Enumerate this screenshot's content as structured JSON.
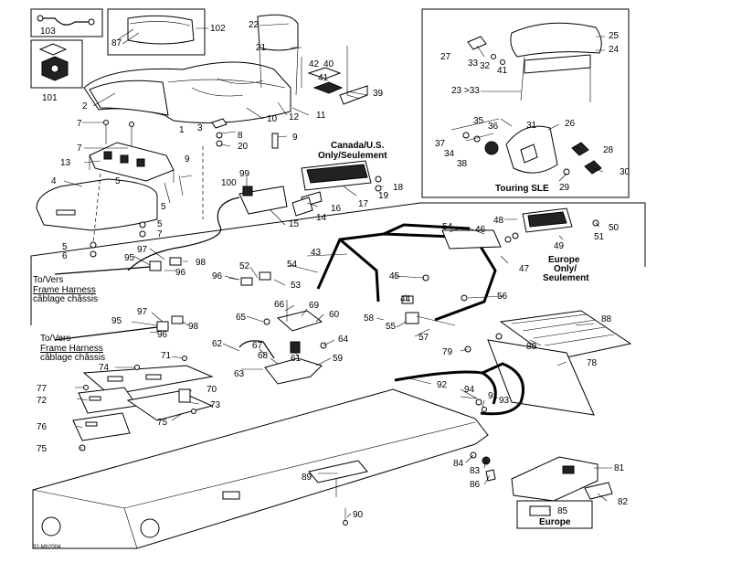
{
  "regions": {
    "canada_us": [
      "Canada/U.S.",
      "Only/Seulement"
    ],
    "touring_sle": "Touring SLE",
    "europe_only": [
      "Europe",
      "Only/",
      "Seulement"
    ],
    "europe": "Europe"
  },
  "harness_labels": [
    [
      "To/Vers",
      "Frame Harness",
      "câblage châssis"
    ],
    [
      "To/Vers",
      "Frame Harness",
      "câblage châssis"
    ]
  ],
  "doc_ref": "32-Mb2004",
  "callouts": [
    "103",
    "102",
    "87",
    "101",
    "22",
    "21",
    "25",
    "24",
    "27",
    "33",
    "32",
    "41",
    "40",
    "42",
    "23 >33",
    "2",
    "41",
    "39",
    "10",
    "12",
    "11",
    "1",
    "7",
    "7",
    "3",
    "8",
    "20",
    "9",
    "13",
    "9",
    "5",
    "4",
    "5",
    "5",
    "7",
    "5",
    "6",
    "35",
    "36",
    "31",
    "26",
    "37",
    "34",
    "38",
    "28",
    "29",
    "30",
    "99",
    "100",
    "17",
    "18",
    "19",
    "16",
    "14",
    "15",
    "54",
    "46",
    "48",
    "50",
    "51",
    "49",
    "47",
    "43",
    "97",
    "98",
    "95",
    "96",
    "52",
    "53",
    "54",
    "96",
    "45",
    "44",
    "56",
    "58",
    "55",
    "57",
    "69",
    "60",
    "66",
    "65",
    "95",
    "97",
    "98",
    "96",
    "67",
    "68",
    "64",
    "61",
    "62",
    "63",
    "59",
    "71",
    "74",
    "77",
    "72",
    "70",
    "73",
    "75",
    "76",
    "75",
    "88",
    "80",
    "78",
    "79",
    "92",
    "94",
    "91",
    "93",
    "84",
    "83",
    "86",
    "81",
    "85",
    "82",
    "89",
    "90"
  ]
}
